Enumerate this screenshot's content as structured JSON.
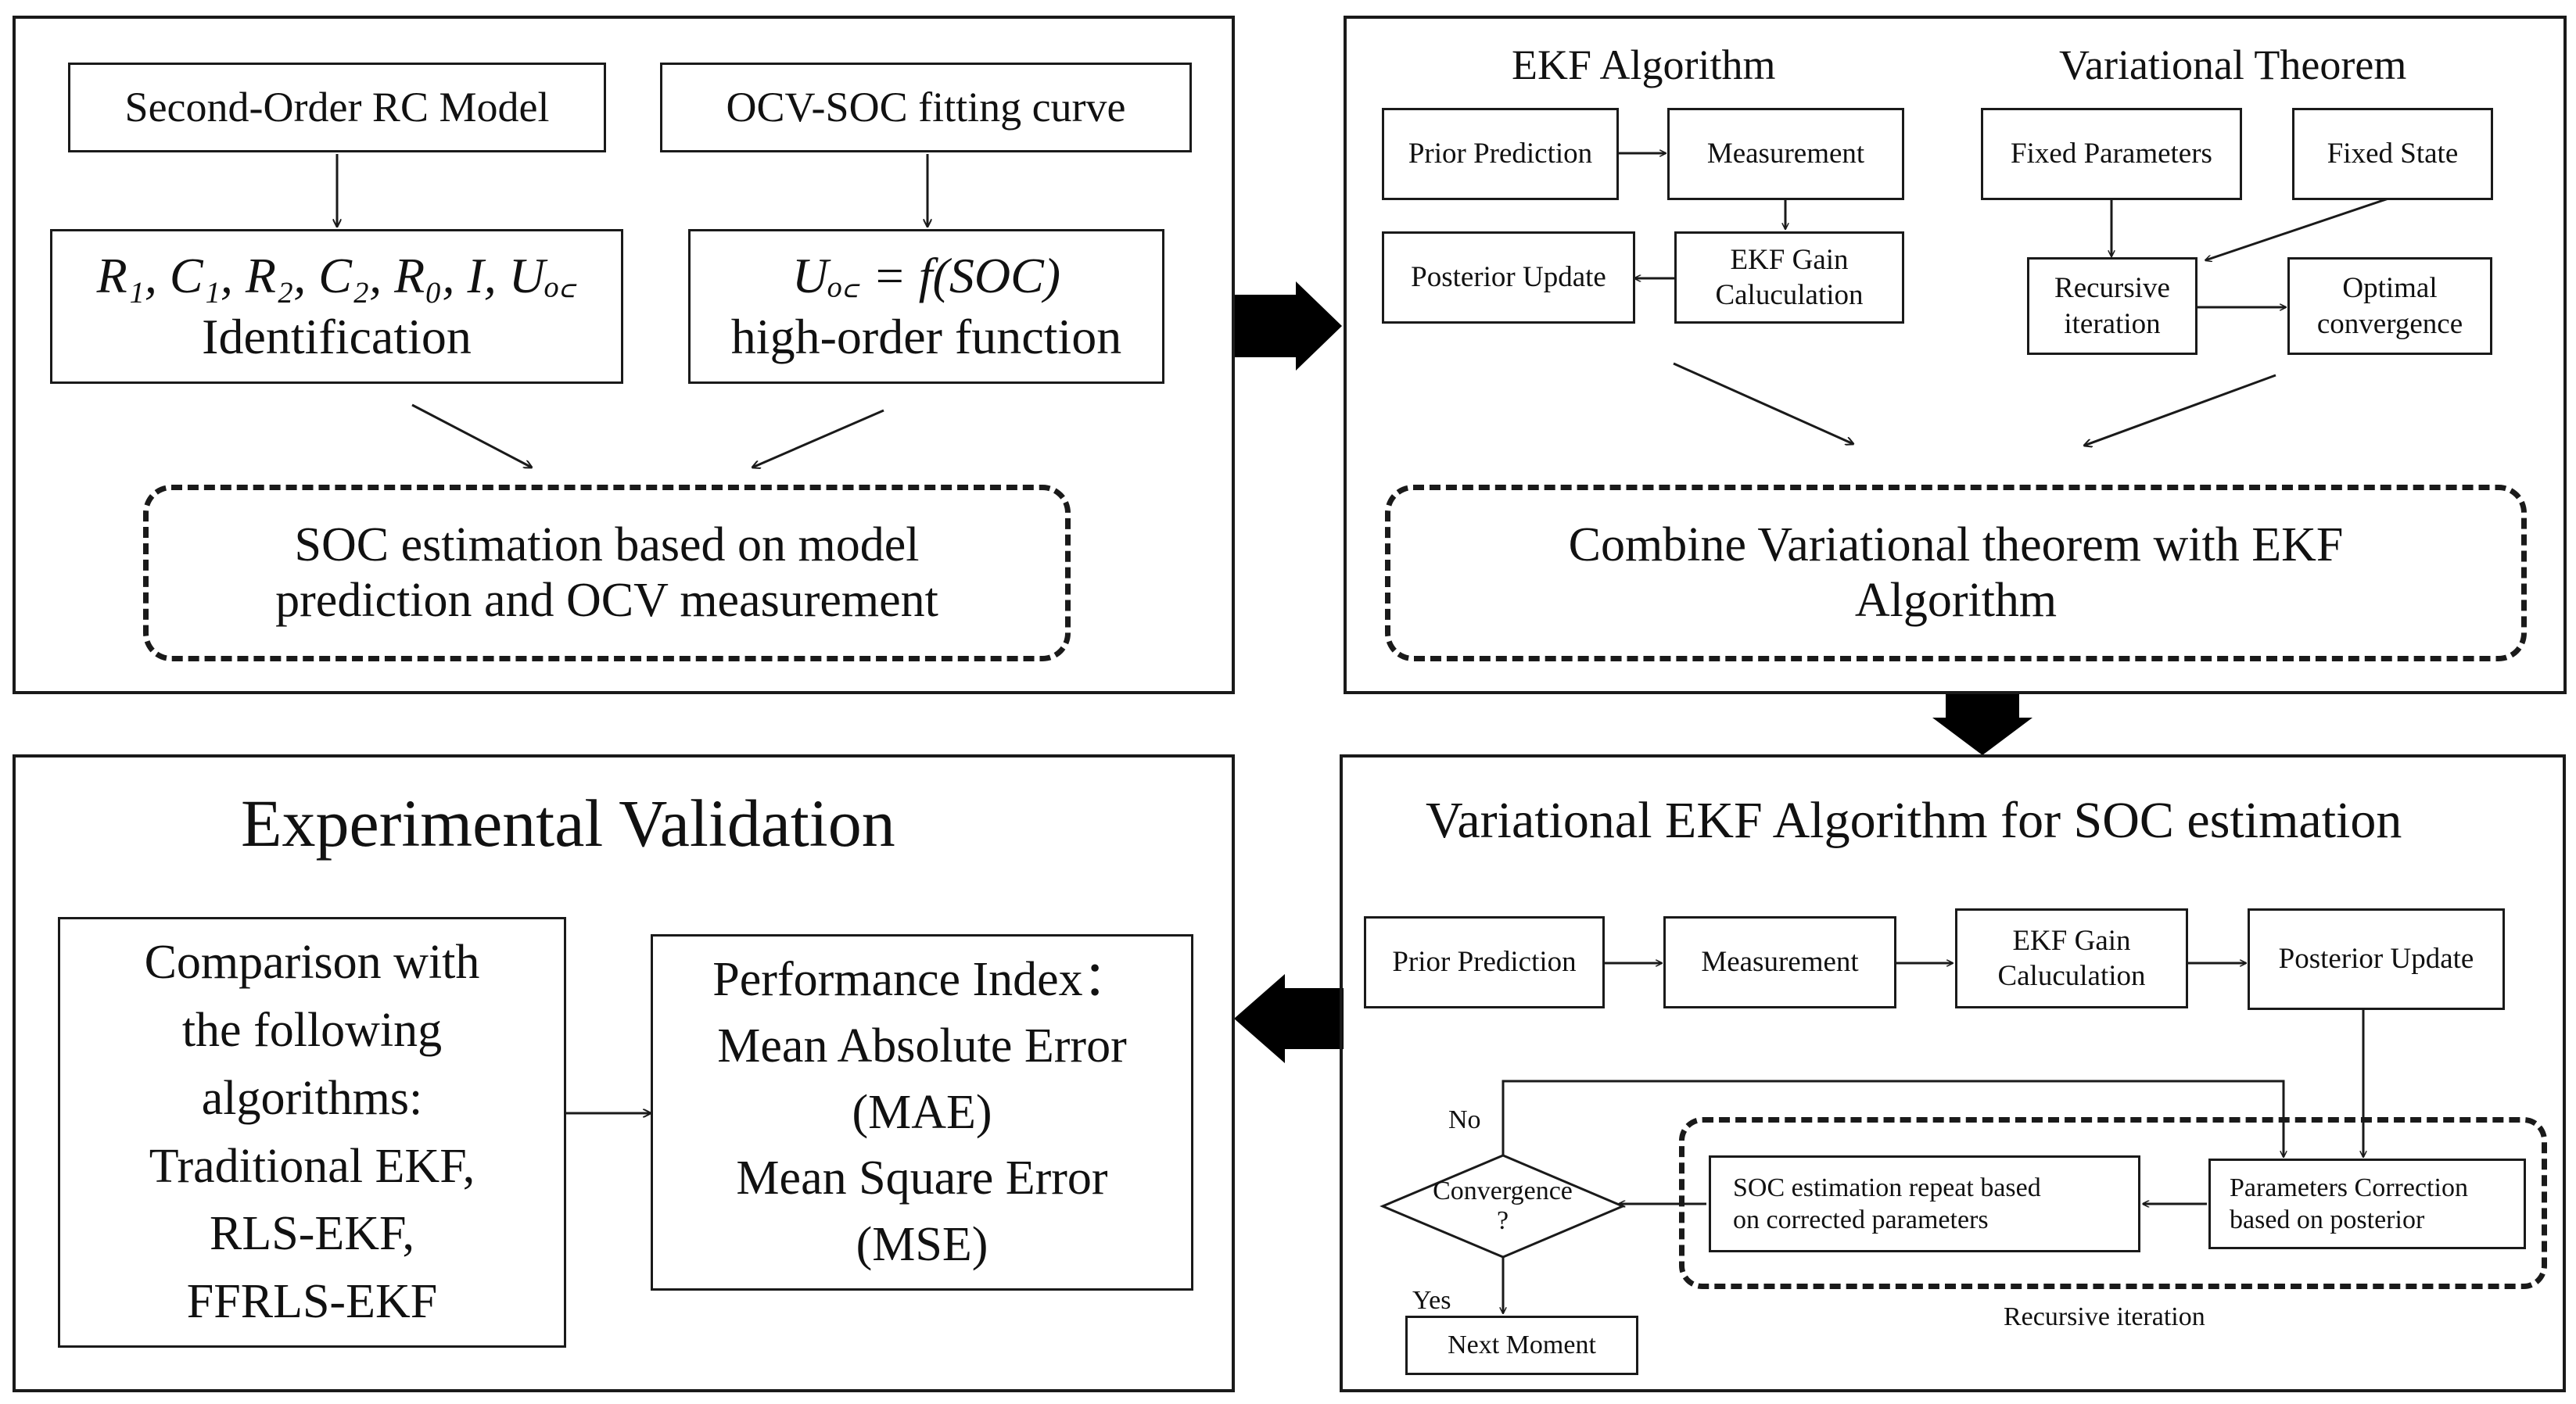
{
  "panel_1": {
    "rc_model_label": "Second-Order RC Model",
    "ocv_curve_label": "OCV-SOC fitting curve",
    "identification_params": "R₁, C₁, R₂, C₂, R₀, I, Uₒ꜀",
    "identification_label": "Identification",
    "uoc_formula": "Uₒ꜀ = f(SOC)",
    "high_order_label": "high-order function",
    "soc_estimation_line1": "SOC estimation based on model",
    "soc_estimation_line2": "prediction and OCV measurement"
  },
  "panel_2": {
    "ekf_title": "EKF Algorithm",
    "variational_title": "Variational Theorem",
    "prior_prediction": "Prior Prediction",
    "measurement": "Measurement",
    "posterior_update": "Posterior Update",
    "ekf_gain_line1": "EKF Gain",
    "ekf_gain_line2": "Caluculation",
    "fixed_parameters": "Fixed Parameters",
    "fixed_state": "Fixed State",
    "recursive_line1": "Recursive",
    "recursive_line2": "iteration",
    "optimal_line1": "Optimal",
    "optimal_line2": "convergence",
    "combine_line1": "Combine Variational theorem with EKF",
    "combine_line2": "Algorithm"
  },
  "panel_3": {
    "title": "Variational EKF Algorithm for SOC estimation",
    "prior_prediction": "Prior Prediction",
    "measurement": "Measurement",
    "ekf_gain_line1": "EKF Gain",
    "ekf_gain_line2": "Caluculation",
    "posterior_update": "Posterior Update",
    "no_label": "No",
    "yes_label": "Yes",
    "convergence_line1": "Convergence",
    "convergence_line2": "?",
    "soc_repeat_line1": "SOC estimation repeat based",
    "soc_repeat_line2": "on corrected parameters",
    "params_correction_line1": "Parameters Correction",
    "params_correction_line2": "based on posterior",
    "next_moment": "Next Moment",
    "recursive_iteration": "Recursive iteration"
  },
  "panel_4": {
    "title": "Experimental Validation",
    "comparison_lines": [
      "Comparison with",
      "the following",
      "algorithms:",
      "Traditional EKF,",
      "RLS-EKF,",
      "FFRLS-EKF"
    ],
    "performance_lines": [
      "Performance Index：",
      "Mean Absolute Error",
      "(MAE)",
      "Mean Square Error",
      "(MSE)"
    ]
  }
}
